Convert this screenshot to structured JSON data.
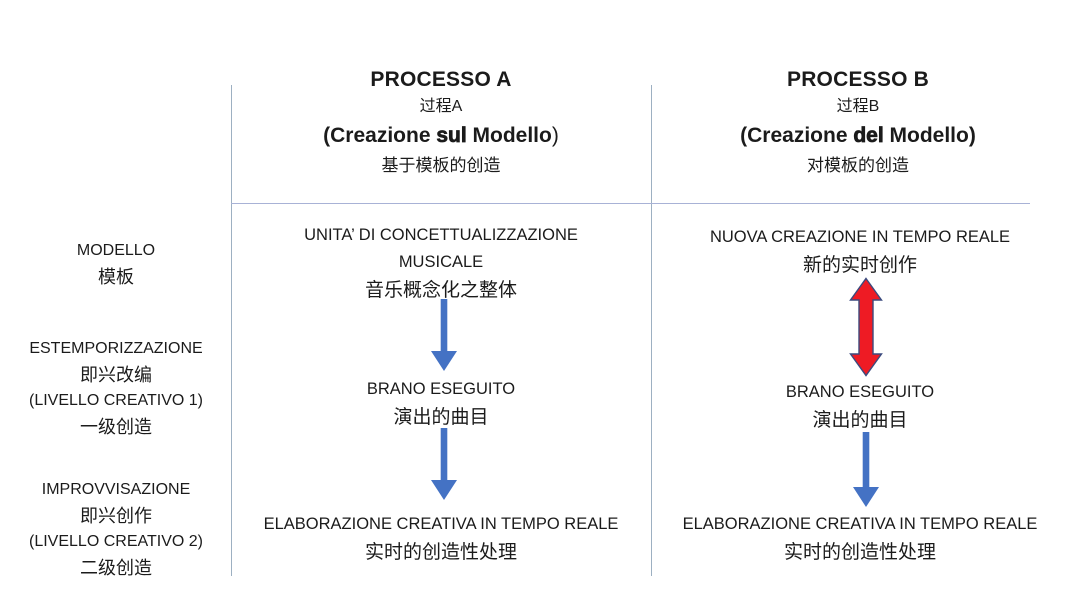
{
  "colors": {
    "arrow_blue": "#4472C4",
    "arrow_red": "#EE1B24",
    "arrow_red_outline": "#3B4A7E",
    "divider_v": "#9DB0C2",
    "divider_h": "#A8B2D6",
    "ink": "#1B1B1B"
  },
  "row_labels": [
    {
      "lines": [
        "MODELLO",
        "模板"
      ]
    },
    {
      "lines": [
        "ESTEMPORIZZAZIONE",
        "即兴改编",
        "(LIVELLO CREATIVO 1)",
        "一级创造"
      ]
    },
    {
      "lines": [
        "IMPROVVISAZIONE",
        "即兴创作",
        "(LIVELLO CREATIVO  2)",
        "二级创造"
      ]
    }
  ],
  "columns": {
    "a": {
      "header": {
        "title": "PROCESSO A",
        "title_zh": "过程A",
        "sub_prefix": "(Creazione ",
        "sub_strong": "sul",
        "sub_mid": " Modello",
        "sub_close": ")",
        "subtitle_zh": "基于模板的创造"
      },
      "nodes": [
        {
          "it": "UNITA’ DI CONCETTUALIZZAZIONE MUSICALE",
          "zh": "音乐概念化之整体"
        },
        {
          "it": "BRANO ESEGUITO",
          "zh": "演出的曲目"
        },
        {
          "it": "ELABORAZIONE CREATIVA IN TEMPO REALE",
          "zh": "实时的创造性处理"
        }
      ],
      "arrows": [
        "down",
        "down"
      ]
    },
    "b": {
      "header": {
        "title": "PROCESSO B",
        "title_zh": "过程B",
        "sub_prefix": "(Creazione ",
        "sub_strong": "del",
        "sub_mid": " Modello)",
        "subtitle_zh": "对模板的创造"
      },
      "nodes": [
        {
          "it": "NUOVA CREAZIONE IN TEMPO REALE",
          "zh": "新的实时创作"
        },
        {
          "it": "BRANO ESEGUITO",
          "zh": "演出的曲目"
        },
        {
          "it": "ELABORAZIONE CREATIVA IN TEMPO REALE",
          "zh": "实时的创造性处理"
        }
      ],
      "arrows": [
        "double-vertical",
        "down"
      ]
    }
  }
}
